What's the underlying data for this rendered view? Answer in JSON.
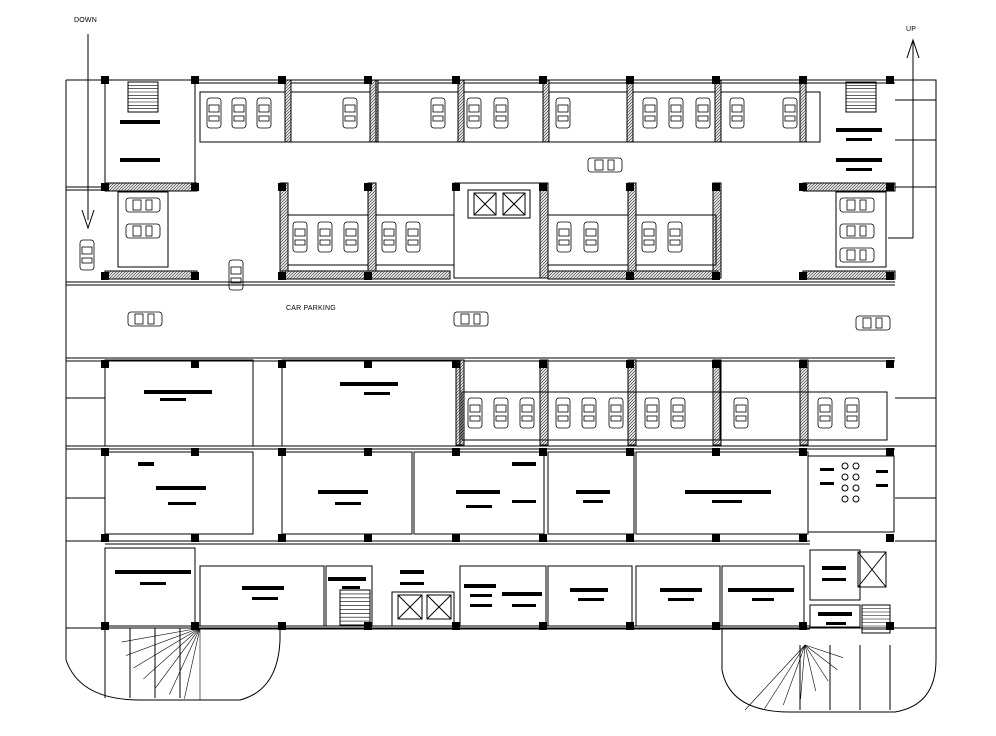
{
  "labels": {
    "down": "DOWN",
    "up": "UP",
    "car_parking": "CAR PARKING"
  },
  "colors": {
    "line": "#000000",
    "background": "#ffffff",
    "wall_hatch": "#222222"
  }
}
